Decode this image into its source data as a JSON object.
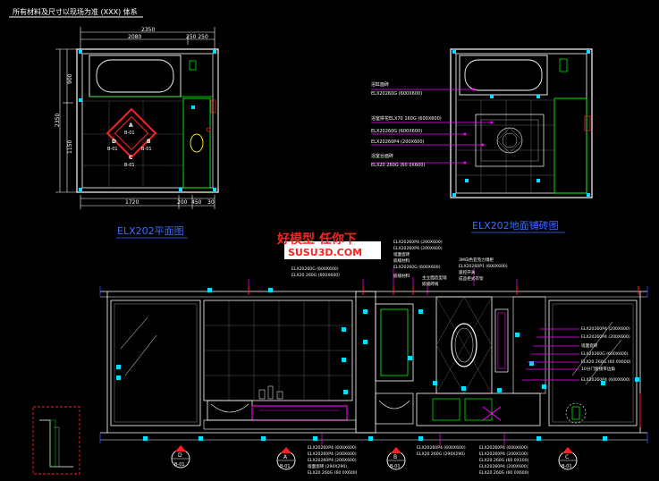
{
  "header": {
    "title": "所有材料及尺寸以现场为准 (XXX) 体系"
  },
  "colors": {
    "bg": "#000000",
    "white": "#ffffff",
    "cyan": "#00e0ff",
    "magenta": "#ff00ff",
    "red": "#ff2020",
    "green": "#00ff00",
    "yellow": "#ffff00",
    "blue": "#3050ff",
    "gray": "#8a8a8a",
    "title_blue": "#3a6cff"
  },
  "plan": {
    "title": "ELX202平面图",
    "dims_top": [
      "2350",
      "2080",
      "250 250"
    ],
    "dims_bottom": [
      "1720",
      "200",
      "450",
      "30"
    ],
    "dims_left": [
      "900",
      "2350",
      "1150"
    ],
    "markers": [
      {
        "letter": "A",
        "code": "B-01"
      },
      {
        "letter": "B",
        "code": "B-01"
      },
      {
        "letter": "C",
        "code": "B-01"
      },
      {
        "letter": "D",
        "code": "B-01"
      }
    ]
  },
  "floor": {
    "title": "ELX202地面铺砖图",
    "notes": [
      "浴缸面砖",
      "ELX20260G (600X600)",
      "浴室拼花ELX70 160G (600X600)",
      "ELX20260G (600X600)",
      "ELX20260P4 (200X600)",
      "浴室台面砖",
      "ELX20 260G (60 0X600)"
    ]
  },
  "watermark": {
    "cn": "好模型 任你下",
    "en": "SUSU3D.COM"
  },
  "elevation": {
    "top_notes": [
      {
        "label": "ELX20260G (600X600)",
        "sub": "ELX20 260G (600X600)"
      },
      {
        "label": "ELX20260P4 (200X600)",
        "sub": "ELX20260P4 (200X600)"
      },
      {
        "label": "墙面瓷砖",
        "sub": "嵌缝材料"
      },
      {
        "label": "ELX20260G (600X600)",
        "sub": "嵌缝材料"
      },
      {
        "label": "主立面造型墙",
        "sub": "嵌缝砖线"
      },
      {
        "label": "3M白色亚克力镜柜",
        "sub": "ELX20260P1 (600X600)"
      },
      {
        "label": "遥控开关",
        "sub": "成品柜式衣架"
      }
    ],
    "right_notes": [
      "ELX20260P4 (200X600)",
      "ELX20260P4 (200X600)",
      "墙面瓷砖",
      "ELX20260G (600X600)",
      "ELX20 260G (60 0X600)",
      "10分门套线带边角",
      "ELX20260P4 (600X600)"
    ],
    "bottom_notes_left": [
      "ELX20260P4 (600X600)",
      "ELX20260P4 (200X600)",
      "ELX20260P4 (200X600)",
      "墙面瓷砖 (290X290)",
      "ELX20 260G (60 0X600)"
    ],
    "bottom_notes_mid": [
      "ELX20260P4 (600X600)",
      "ELX20 260G (290X290)"
    ],
    "bottom_notes_right": [
      "ELX20260P4 (600X600)",
      "ELX20260P4 (200X100)",
      "ELX20 260G (60 0X100)",
      "ELX20260P4 (200X600)",
      "ELX20 260G (60 0X600)"
    ],
    "markers": [
      {
        "letter": "D",
        "code": "B-01"
      },
      {
        "letter": "A",
        "code": "B-01"
      },
      {
        "letter": "B",
        "code": "B-01"
      },
      {
        "letter": "C",
        "code": "B-01"
      }
    ]
  }
}
